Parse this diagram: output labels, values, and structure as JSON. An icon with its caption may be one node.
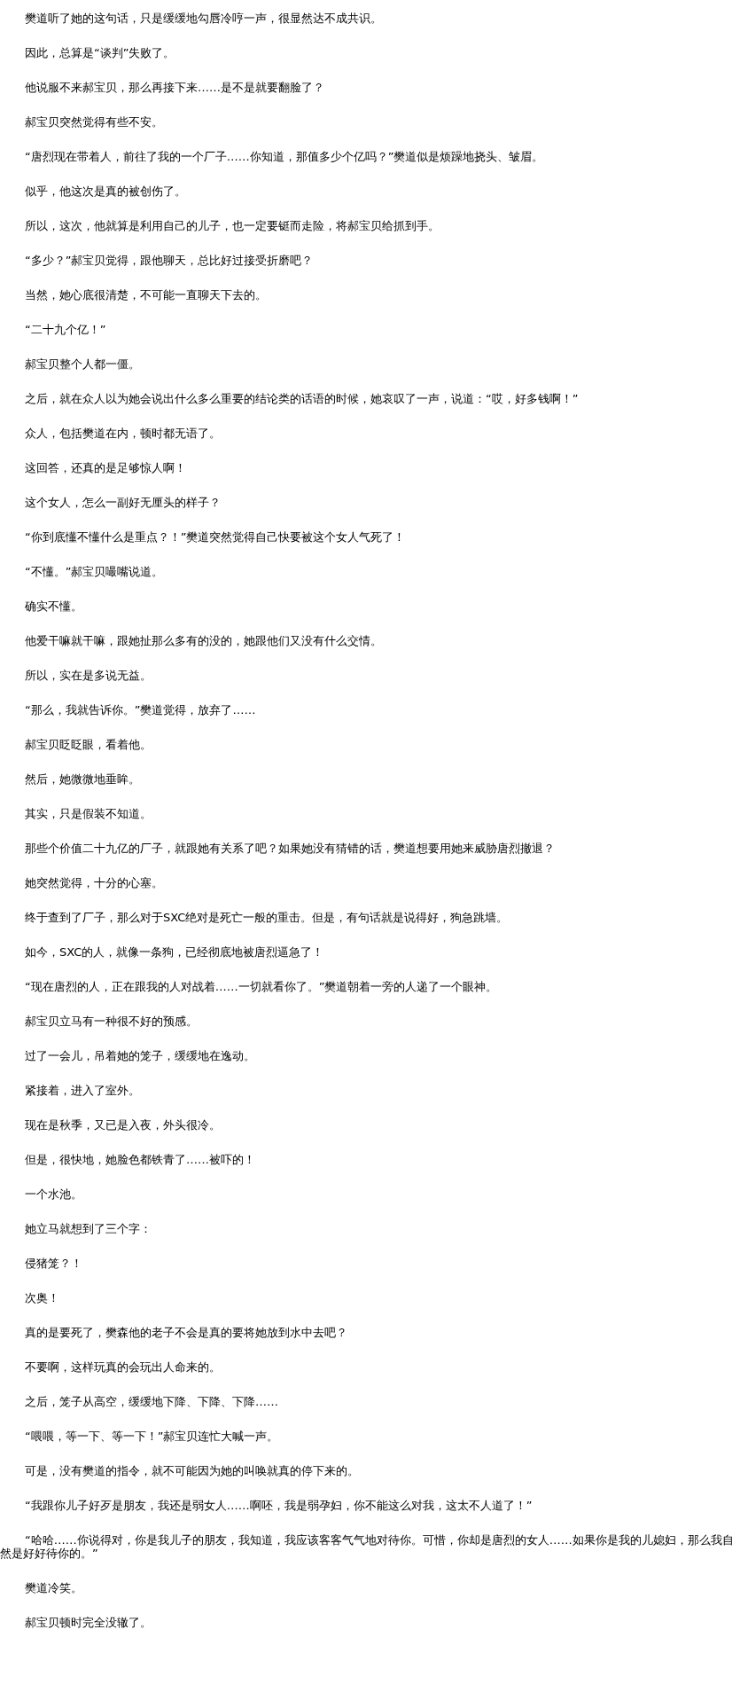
{
  "diagram": {
    "labels": [
      "樊道听了她的这句话，只是缓缓地勾唇冷哼一声，很显然达不成共识。",
      "因此，总算是“谈判”失败了。",
      "他说服不来郝宝贝，那么再接下来……是不是就要翻脸了？",
      "郝宝贝突然觉得有些不安。",
      "“唐烈现在带着人，前往了我的一个厂子……你知道，那值多少个亿吗？”樊道似是烦躁地挠头、皱眉。",
      "似乎，他这次是真的被创伤了。",
      "所以，这次，他就算是利用自己的儿子，也一定要铤而走险，将郝宝贝给抓到手。",
      "“多少？”郝宝贝觉得，跟他聊天，总比好过接受折磨吧？",
      "当然，她心底很清楚，不可能一直聊天下去的。",
      "“二十九个亿！”",
      "郝宝贝整个人都一僵。",
      "之后，就在众人以为她会说出什么多么重要的结论类的话语的时候，她哀叹了一声，说道：“哎，好多钱啊！”",
      "众人，包括樊道在内，顿时都无语了。",
      "这回答，还真的是足够惊人啊！",
      "这个女人，怎么一副好无厘头的样子？",
      "“你到底懂不懂什么是重点？！”樊道突然觉得自己快要被这个女人气死了！",
      "“不懂。”郝宝贝嘬嘴说道。",
      "确实不懂。",
      "他爱干嘛就干嘛，跟她扯那么多有的没的，她跟他们又没有什么交情。",
      "所以，实在是多说无益。",
      "“那么，我就告诉你。”樊道觉得，放弃了……",
      "郝宝贝眨眨眼，看着他。",
      "然后，她微微地垂眸。",
      "其实，只是假装不知道。",
      "那些个价值二十九亿的厂子，就跟她有关系了吧？如果她没有猜错的话，樊道想要用她来威胁唐烈撤退？",
      "她突然觉得，十分的心塞。",
      "终于查到了厂子，那么对于SXC绝对是死亡一般的重击。但是，有句话就是说得好，狗急跳墙。",
      "如今，SXC的人，就像一条狗，已经彻底地被唐烈逼急了！",
      "“现在唐烈的人，正在跟我的人对战着……一切就看你了。”樊道朝着一旁的人递了一个眼神。",
      "郝宝贝立马有一种很不好的预感。",
      "过了一会儿，吊着她的笼子，缓缓地在逸动。",
      "紧接着，进入了室外。",
      "现在是秋季，又已是入夜，外头很冷。",
      "但是，很快地，她脸色都铁青了……被吓的！",
      "一个水池。",
      "她立马就想到了三个字：",
      "侵猪笼？！",
      "次奥！",
      "真的是要死了，樊森他的老子不会是真的要将她放到水中去吧？",
      "不要啊，这样玩真的会玩出人命来的。",
      "之后，笼子从高空，缓缓地下降、下降、下降……",
      "“喂喂，等一下、等一下！”郝宝贝连忙大喊一声。",
      "可是，没有樊道的指令，就不可能因为她的叫唤就真的停下来的。",
      "“我跟你儿子好歹是朋友，我还是弱女人……啊呸，我是弱孕妇，你不能这么对我，这太不人道了！”",
      "“哈哈……你说得对，你是我儿子的朋友，我知道，我应该客客气气地对待你。可惜，你却是唐烈的女人……如果你是我的儿媳妇，那么我自然是好好待你的。”",
      "樊道冷笑。",
      "郝宝贝顿时完全没辙了。"
    ]
  }
}
